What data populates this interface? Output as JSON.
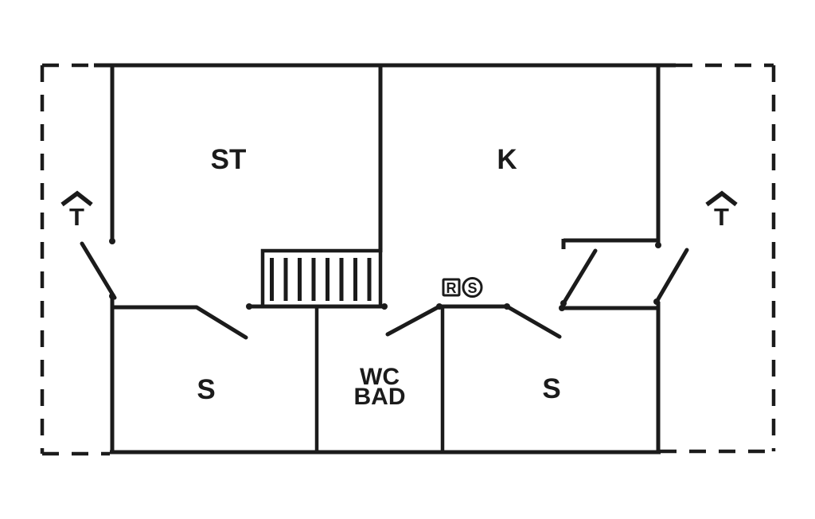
{
  "colors": {
    "ink": "#1b1b1b",
    "background": "#ffffff"
  },
  "rooms": {
    "st": {
      "label": "ST"
    },
    "k": {
      "label": "K"
    },
    "s_left": {
      "label": "S"
    },
    "wc_bad": {
      "line1": "WC",
      "line2": "BAD"
    },
    "s_right": {
      "label": "S"
    }
  },
  "markers": {
    "terrace_left": {
      "label": "T"
    },
    "terrace_right": {
      "label": "T"
    },
    "r_box": {
      "label": "R"
    },
    "s_circle": {
      "label": "S"
    }
  }
}
